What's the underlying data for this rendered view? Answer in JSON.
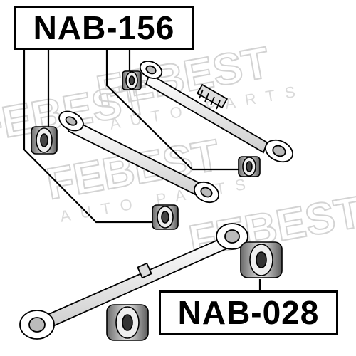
{
  "diagram": {
    "part_numbers": {
      "upper": "NAB-156",
      "lower": "NAB-028"
    },
    "watermark": {
      "brand": "FEBEST",
      "tagline": "AUTO PARTS"
    },
    "colors": {
      "line": "#000000",
      "part_fill": "#f2f2f2",
      "part_shade": "#9a9a9a",
      "watermark": "#d9d9d9"
    }
  }
}
